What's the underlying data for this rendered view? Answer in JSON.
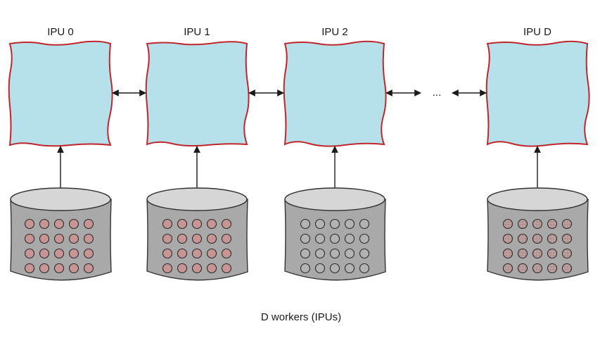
{
  "ipus": [
    {
      "label": "IPU 0",
      "dots": "filled"
    },
    {
      "label": "IPU 1",
      "dots": "filled"
    },
    {
      "label": "IPU 2",
      "dots": "empty"
    },
    {
      "label": "IPU D",
      "dots": "speckled"
    }
  ],
  "ellipsis": "...",
  "caption": "D workers (IPUs)",
  "colors": {
    "chip_fill": "#b7e1ea",
    "chip_border": "#c0262d",
    "drum_body": "#a9a9a9",
    "drum_top": "#d6d6d6",
    "dot_filled": "#c89595",
    "dot_speckled": "#b99a9a",
    "dot_empty": "#b3b3b3",
    "arrow": "#1a1a1a"
  },
  "icons": [
    "ipu-chip-icon",
    "memory-drum-icon",
    "double-arrow-icon"
  ]
}
